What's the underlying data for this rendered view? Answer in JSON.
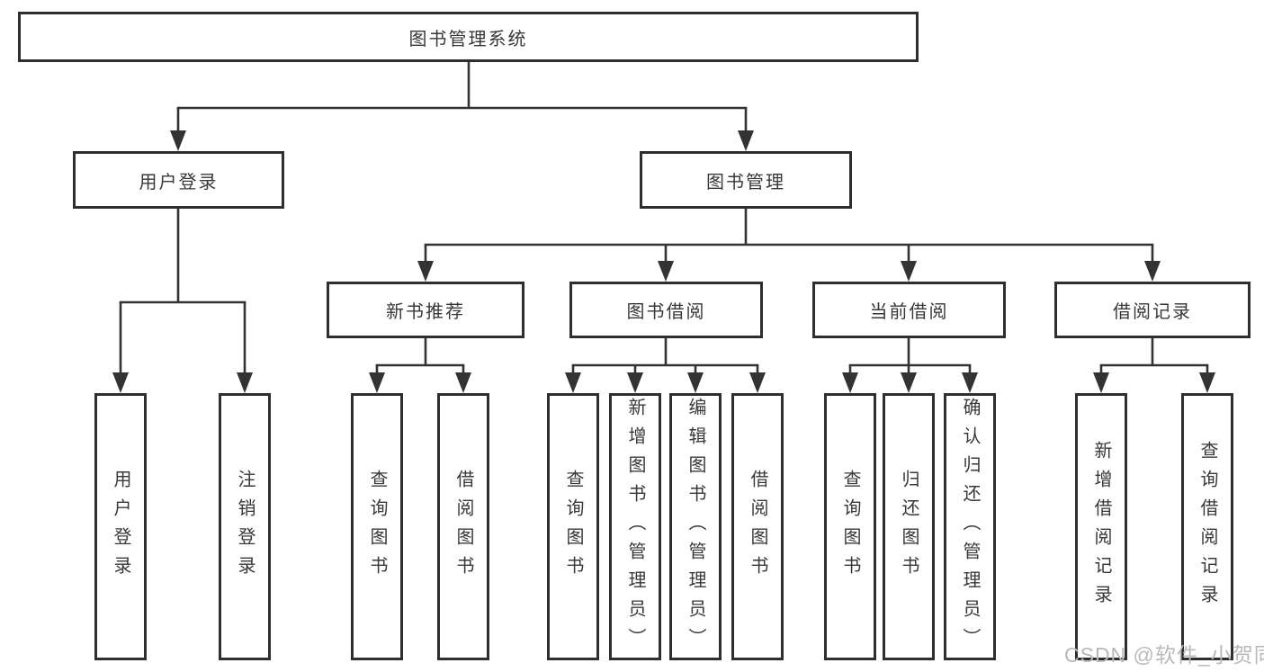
{
  "diagram": {
    "root": {
      "label": "图书管理系统"
    },
    "level2": [
      {
        "label": "用户登录"
      },
      {
        "label": "图书管理"
      }
    ],
    "level3": [
      {
        "label": "新书推荐"
      },
      {
        "label": "图书借阅"
      },
      {
        "label": "当前借阅"
      },
      {
        "label": "借阅记录"
      }
    ],
    "leaves": {
      "user_login": [
        {
          "label": "用户登录"
        },
        {
          "label": "注销登录"
        }
      ],
      "new_books": [
        {
          "label": "查询图书"
        },
        {
          "label": "借阅图书"
        }
      ],
      "book_borrow": [
        {
          "label": "查询图书"
        },
        {
          "label": "新增图书（管理员）"
        },
        {
          "label": "编辑图书（管理员）"
        },
        {
          "label": "借阅图书"
        }
      ],
      "current_borrow": [
        {
          "label": "查询图书"
        },
        {
          "label": "归还图书"
        },
        {
          "label": "确认归还（管理员）"
        }
      ],
      "borrow_records": [
        {
          "label": "新增借阅记录"
        },
        {
          "label": "查询借阅记录"
        }
      ]
    }
  },
  "watermark": {
    "text": "CSDN @软件_小贺同学"
  },
  "colors": {
    "line": "#333333",
    "box_border": "#2e2e2e",
    "text": "#383838",
    "watermark": "#b9b9b9",
    "background": "#ffffff"
  }
}
